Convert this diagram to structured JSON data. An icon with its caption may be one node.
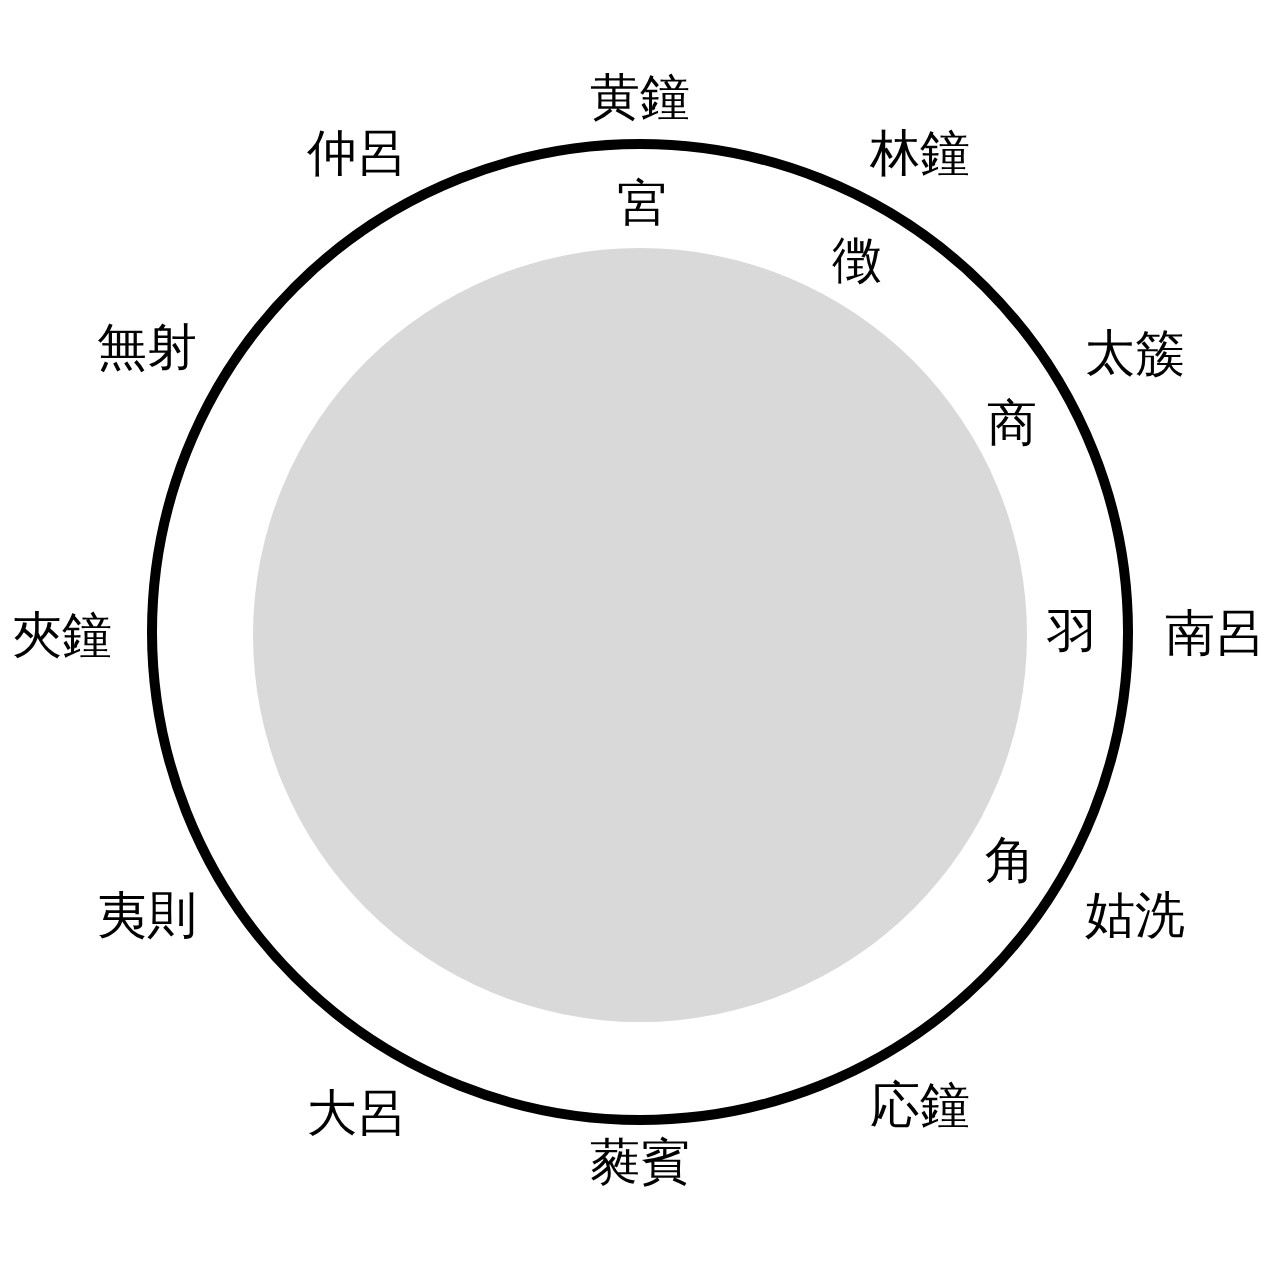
{
  "diagram": {
    "labels": [
      "黄鐘",
      "仲呂",
      "林鐘",
      "宮",
      "徴",
      "無射",
      "太簇",
      "商",
      "夾鐘",
      "羽",
      "南呂",
      "角",
      "夷則",
      "姑洗",
      "大呂",
      "応鐘",
      "蕤賓"
    ]
  }
}
